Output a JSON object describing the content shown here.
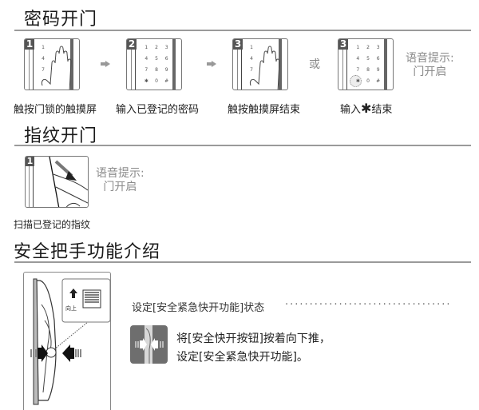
{
  "password_unlock": {
    "title": "密码开门",
    "steps": [
      {
        "number": "1",
        "caption": "触按门锁的触摸屏",
        "visual": "hand-on-keypad"
      },
      {
        "number": "2",
        "caption": "输入已登记的密码",
        "visual": "keypad"
      },
      {
        "number": "3",
        "caption": "触按触摸屏结束",
        "visual": "hand-on-keypad"
      },
      {
        "number": "3",
        "caption_prefix": "输入",
        "caption_symbol": "✱",
        "caption_suffix": "结束",
        "visual": "keypad-star-highlighted"
      }
    ],
    "keypad_keys": [
      "1",
      "2",
      "3",
      "4",
      "5",
      "6",
      "7",
      "8",
      "9",
      "✱",
      "0",
      "#"
    ],
    "hand_keypad_keys": [
      "1",
      "4",
      "7"
    ],
    "or_label": "或",
    "voice_prompt": {
      "line1": "语音提示:",
      "line2": "门开启"
    }
  },
  "fingerprint_unlock": {
    "title": "指纹开门",
    "steps": [
      {
        "number": "1",
        "caption": "扫描已登记的指纹",
        "visual": "finger-swipe"
      }
    ],
    "voice_prompt": {
      "line1": "语音提示:",
      "line2": "门开启"
    }
  },
  "safety_handle": {
    "title": "安全把手功能介绍",
    "inset_label": "向上",
    "status_label": "设定[安全紧急快开功能]状态",
    "dots": "··································",
    "instruction": {
      "line1": "将[安全快开按钮]按着向下推，",
      "line2": "设定[安全紧急快开功能]。"
    }
  },
  "colors": {
    "rule": "#9a9a9a",
    "number_badge": "#555555",
    "voice_text": "#8a8a8a",
    "step_icon_bg": "#6e6e6e"
  }
}
